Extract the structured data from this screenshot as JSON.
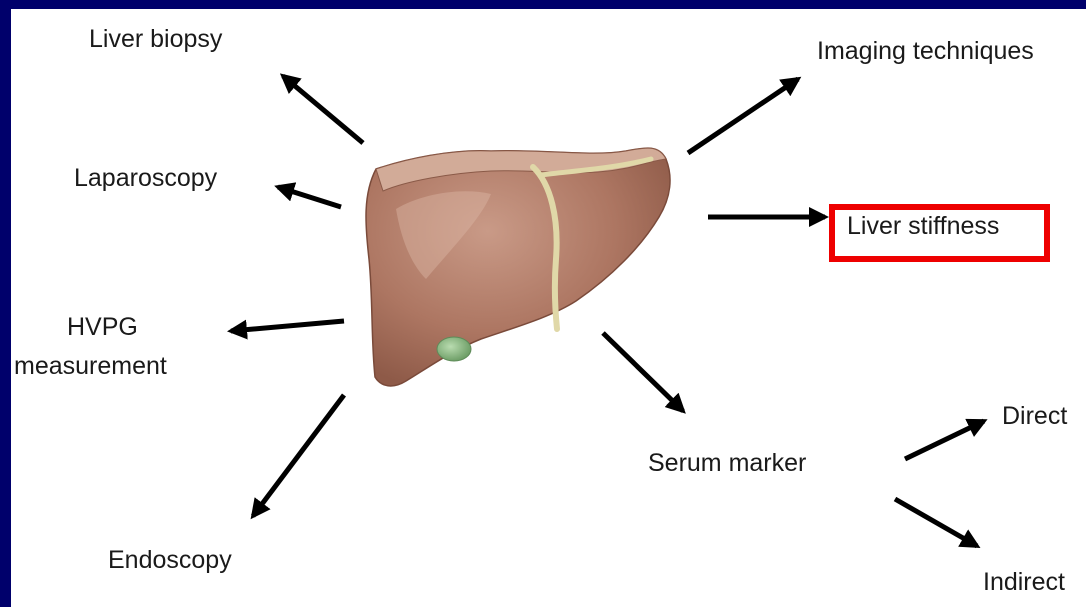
{
  "diagram": {
    "center": "liver-illustration",
    "labels": {
      "liver_biopsy": "Liver biopsy",
      "laparoscopy": "Laparoscopy",
      "hvpg_line1": "HVPG",
      "hvpg_line2": "measurement",
      "endoscopy": "Endoscopy",
      "imaging": "Imaging techniques",
      "liver_stiffness": "Liver stiffness",
      "serum_marker": "Serum marker",
      "direct": "Direct",
      "indirect": "Indirect"
    },
    "highlighted": "Liver stiffness",
    "colors": {
      "background": "#00006b",
      "panel": "#ffffff",
      "highlight": "#ee0000",
      "arrow": "#000000",
      "liver": "#b07a66",
      "ligament": "#e0d8a8",
      "gallbladder": "#8fbf8a"
    }
  }
}
